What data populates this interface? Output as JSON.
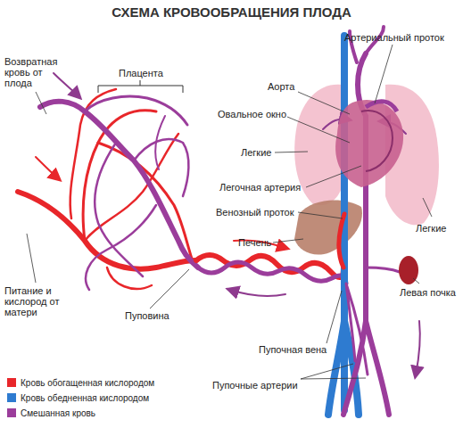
{
  "diagram": {
    "title": "СХЕМА КРОВООБРАЩЕНИЯ ПЛОДА",
    "labels": [
      "Возвратная кровь от плода",
      "Плацента",
      "Питание и кислород от матери",
      "Пуповина",
      "Артериальный проток",
      "Аорта",
      "Овальное окно",
      "Легкие",
      "Легочная артерия",
      "Венозный проток",
      "Печень",
      "Легкие",
      "Левая почка",
      "Пупочная вена",
      "Пупочные артерии"
    ],
    "legend": [
      {
        "text": "Кровь обогащенная кислородом",
        "color": "#e8262a"
      },
      {
        "text": "Кровь обедненная кислородом",
        "color": "#2e7bd0"
      },
      {
        "text": "Смешанная кровь",
        "color": "#9b3d9b"
      }
    ]
  }
}
